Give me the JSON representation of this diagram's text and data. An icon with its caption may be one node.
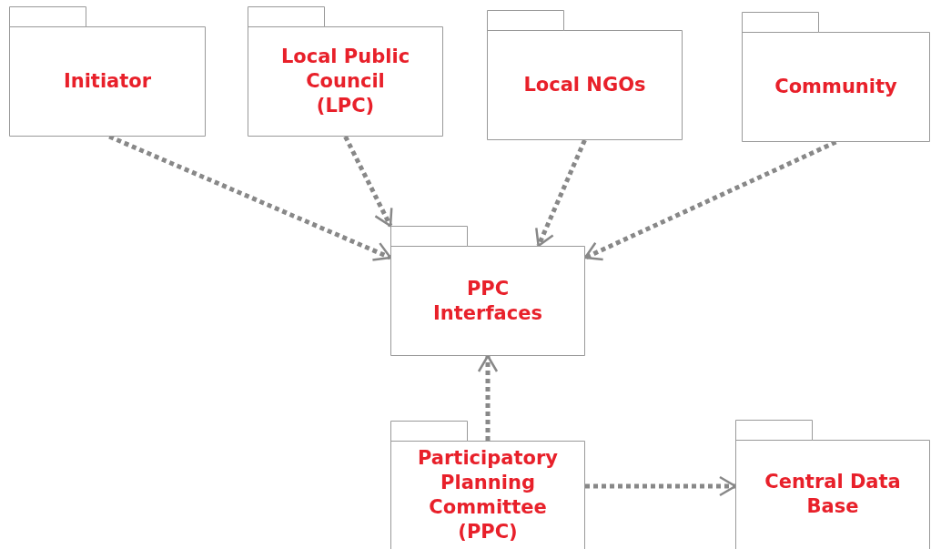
{
  "diagram": {
    "nodes": [
      {
        "text": [
          "Initiator"
        ]
      },
      {
        "text": [
          "Local Public Council (LPC)"
        ]
      },
      {
        "text": [
          "Local NGOs"
        ]
      },
      {
        "text": [
          "Community"
        ]
      },
      {
        "text": [
          "PPC Interfaces"
        ]
      },
      {
        "text": [
          "Participatory Planning Committee (PPC)"
        ]
      },
      {
        "text": [
          "Central Data Base"
        ]
      }
    ],
    "edges": [
      {
        "from": 0,
        "to": 4,
        "arrow": "to",
        "style": "dashed"
      },
      {
        "from": 1,
        "to": 4,
        "arrow": "to",
        "style": "dashed"
      },
      {
        "from": 2,
        "to": 4,
        "arrow": "to",
        "style": "dashed"
      },
      {
        "from": 3,
        "to": 4,
        "arrow": "to",
        "style": "dashed"
      },
      {
        "from": 5,
        "to": 4,
        "arrow": "to",
        "style": "dashed"
      },
      {
        "from": 5,
        "to": 6,
        "arrow": "to",
        "style": "dashed"
      }
    ]
  }
}
